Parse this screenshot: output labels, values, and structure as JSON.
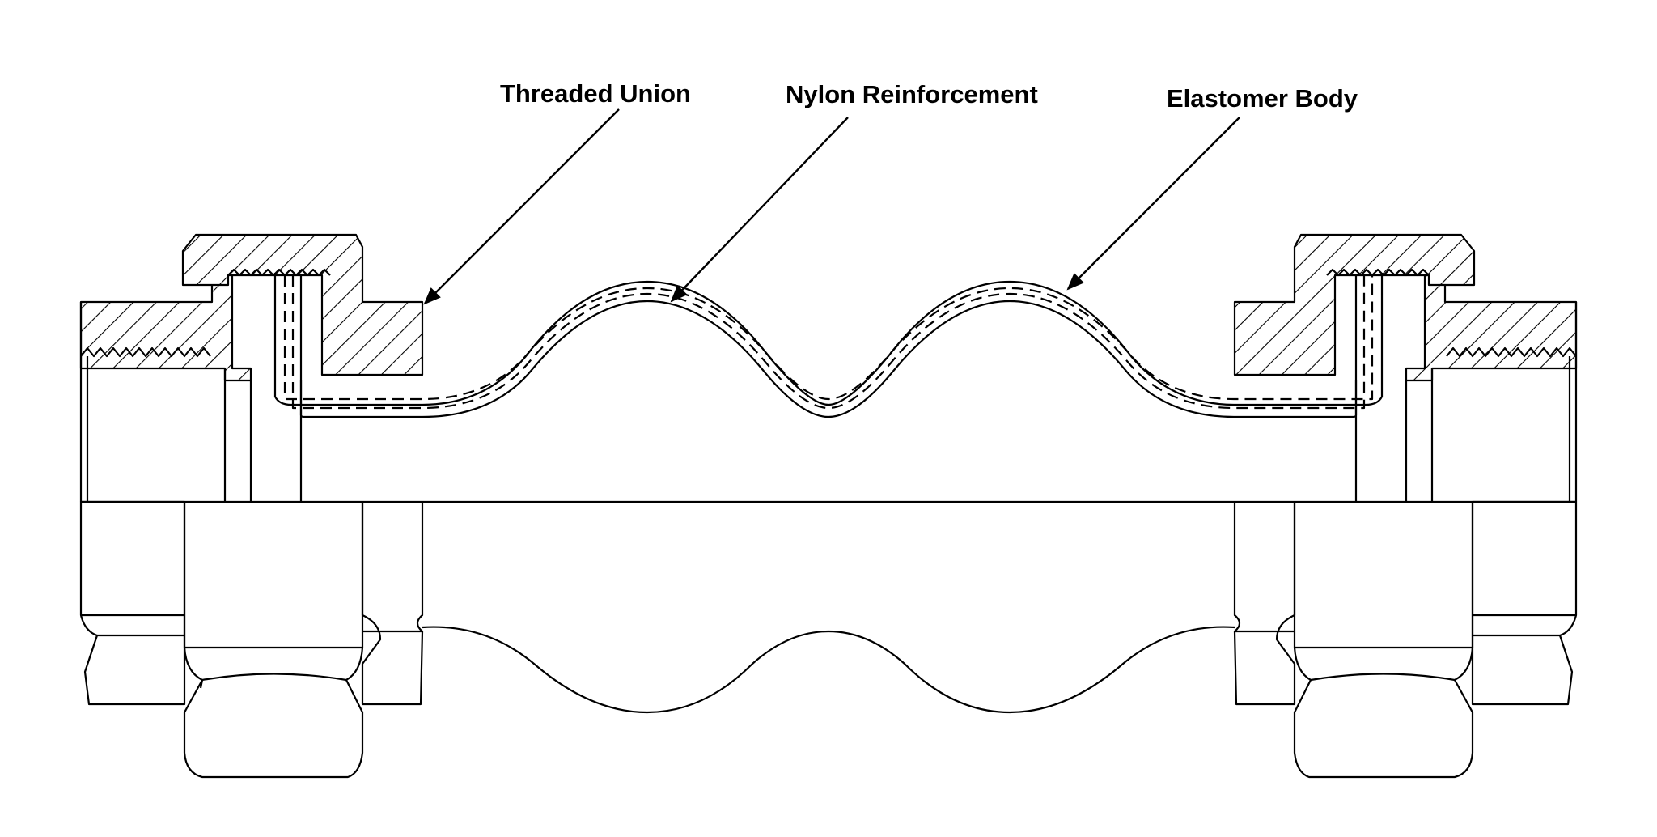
{
  "labels": {
    "threaded_union": "Threaded Union",
    "nylon_reinforcement": "Nylon Reinforcement",
    "elastomer_body": "Elastomer Body"
  },
  "colors": {
    "line": "#000000",
    "background": "#ffffff"
  }
}
